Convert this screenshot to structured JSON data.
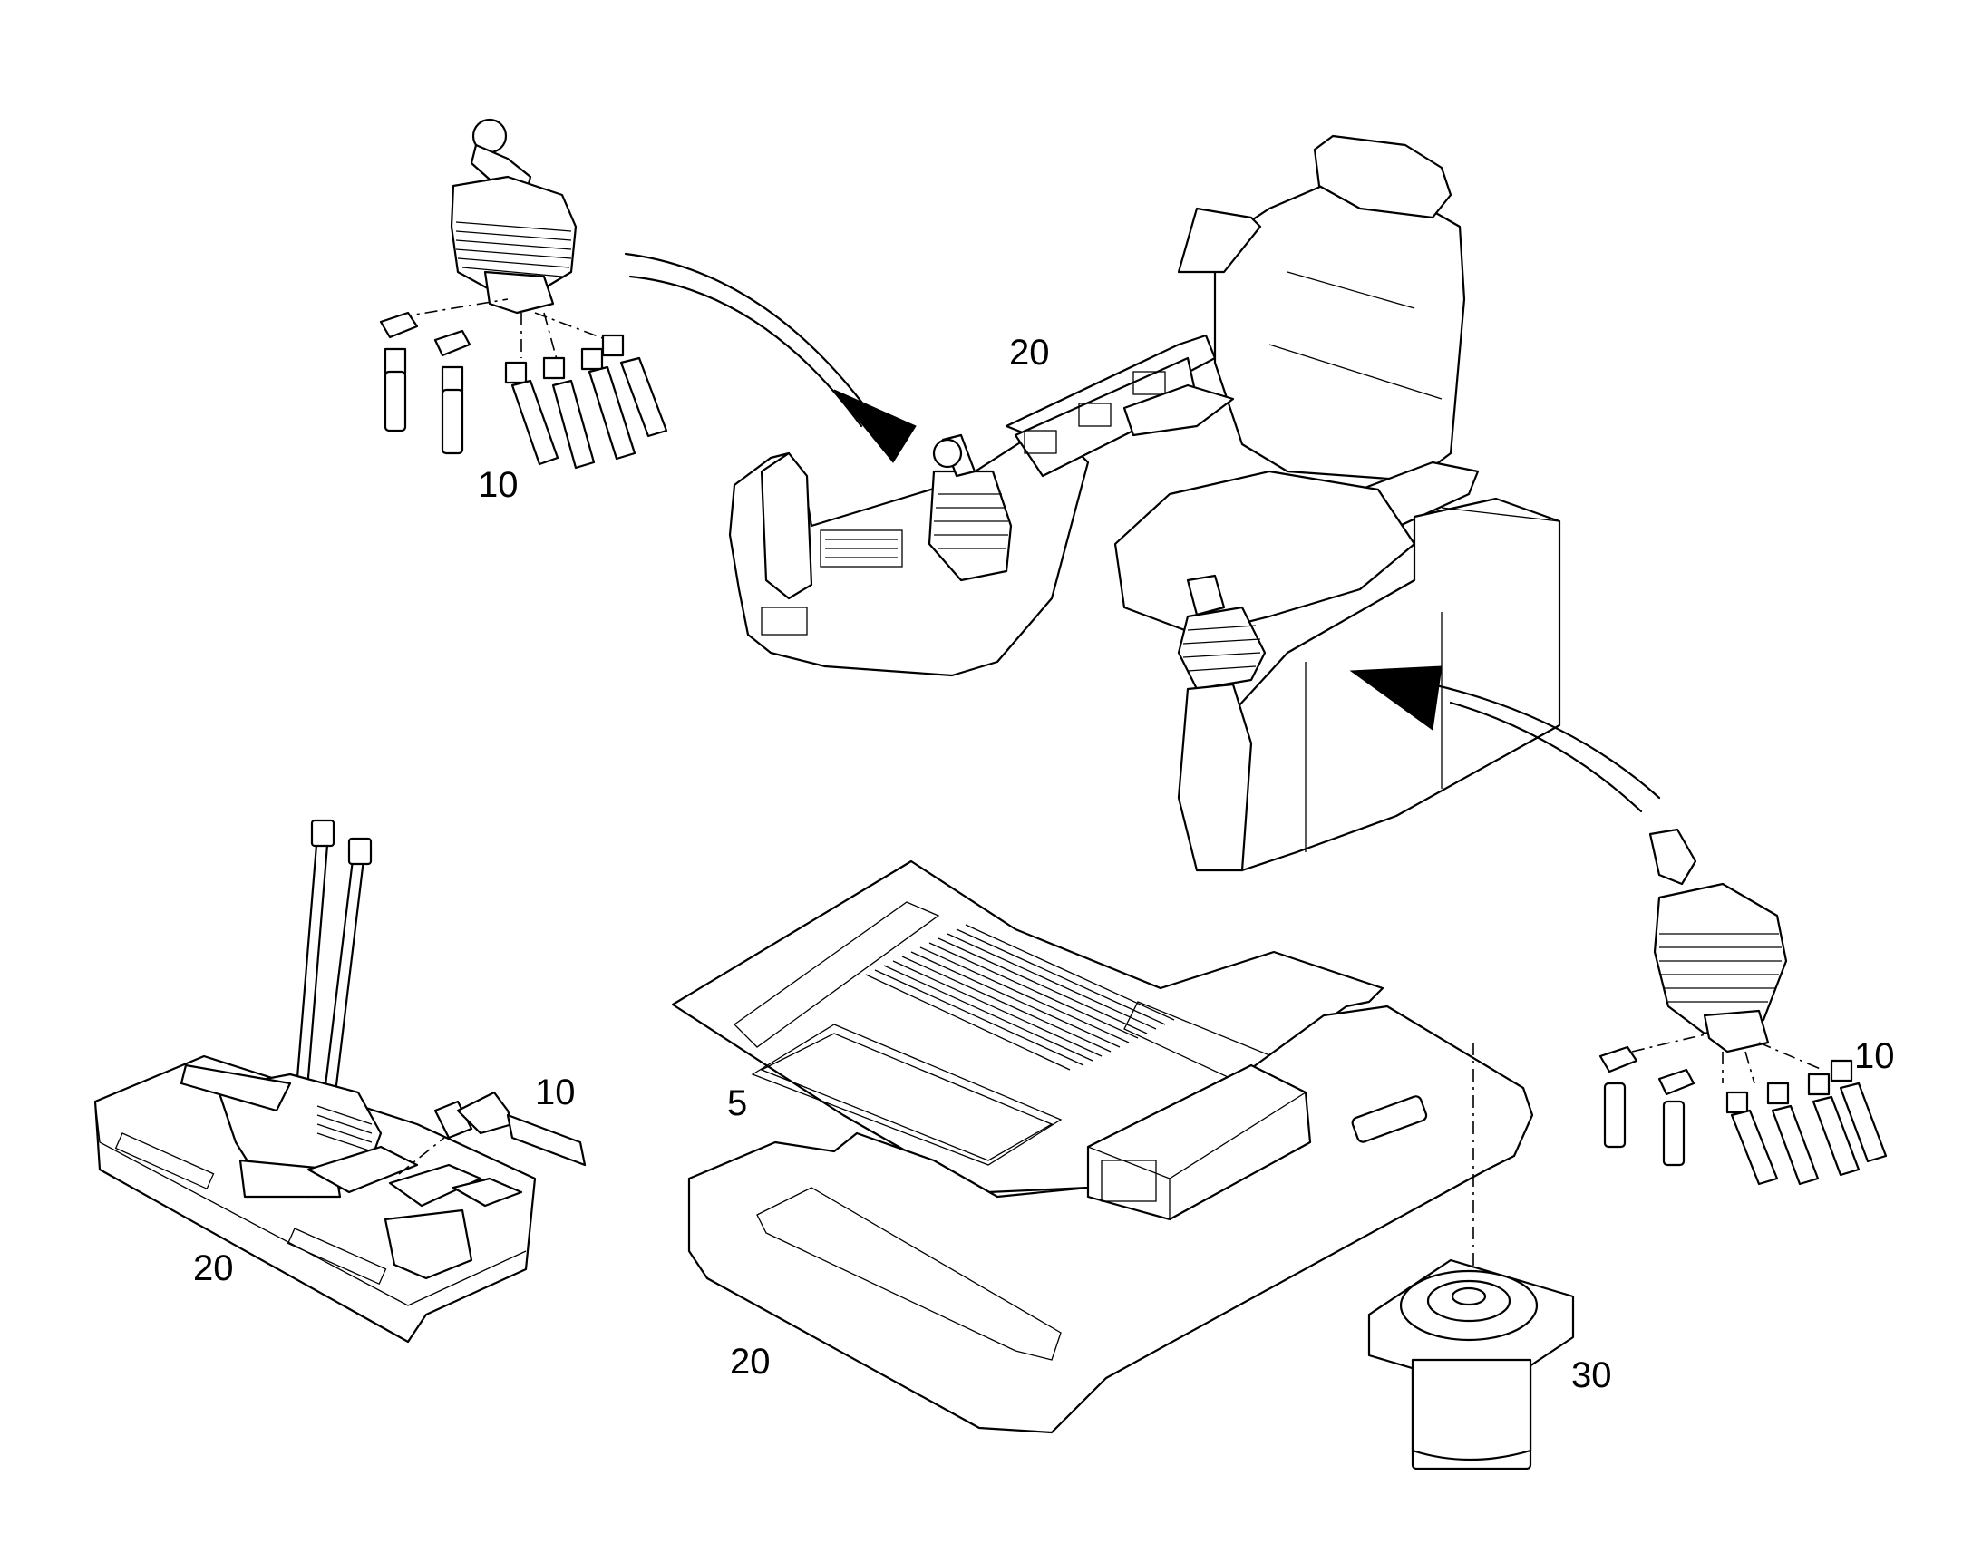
{
  "callouts": {
    "joystick_left": "10",
    "seat_console": "20",
    "joystick_right": "10",
    "pedal_hose": "10",
    "pedal_console": "20",
    "floor_cover": "5",
    "floor_plate": "20",
    "mount": "30"
  },
  "colors": {
    "line": "#000000",
    "background": "#ffffff"
  }
}
